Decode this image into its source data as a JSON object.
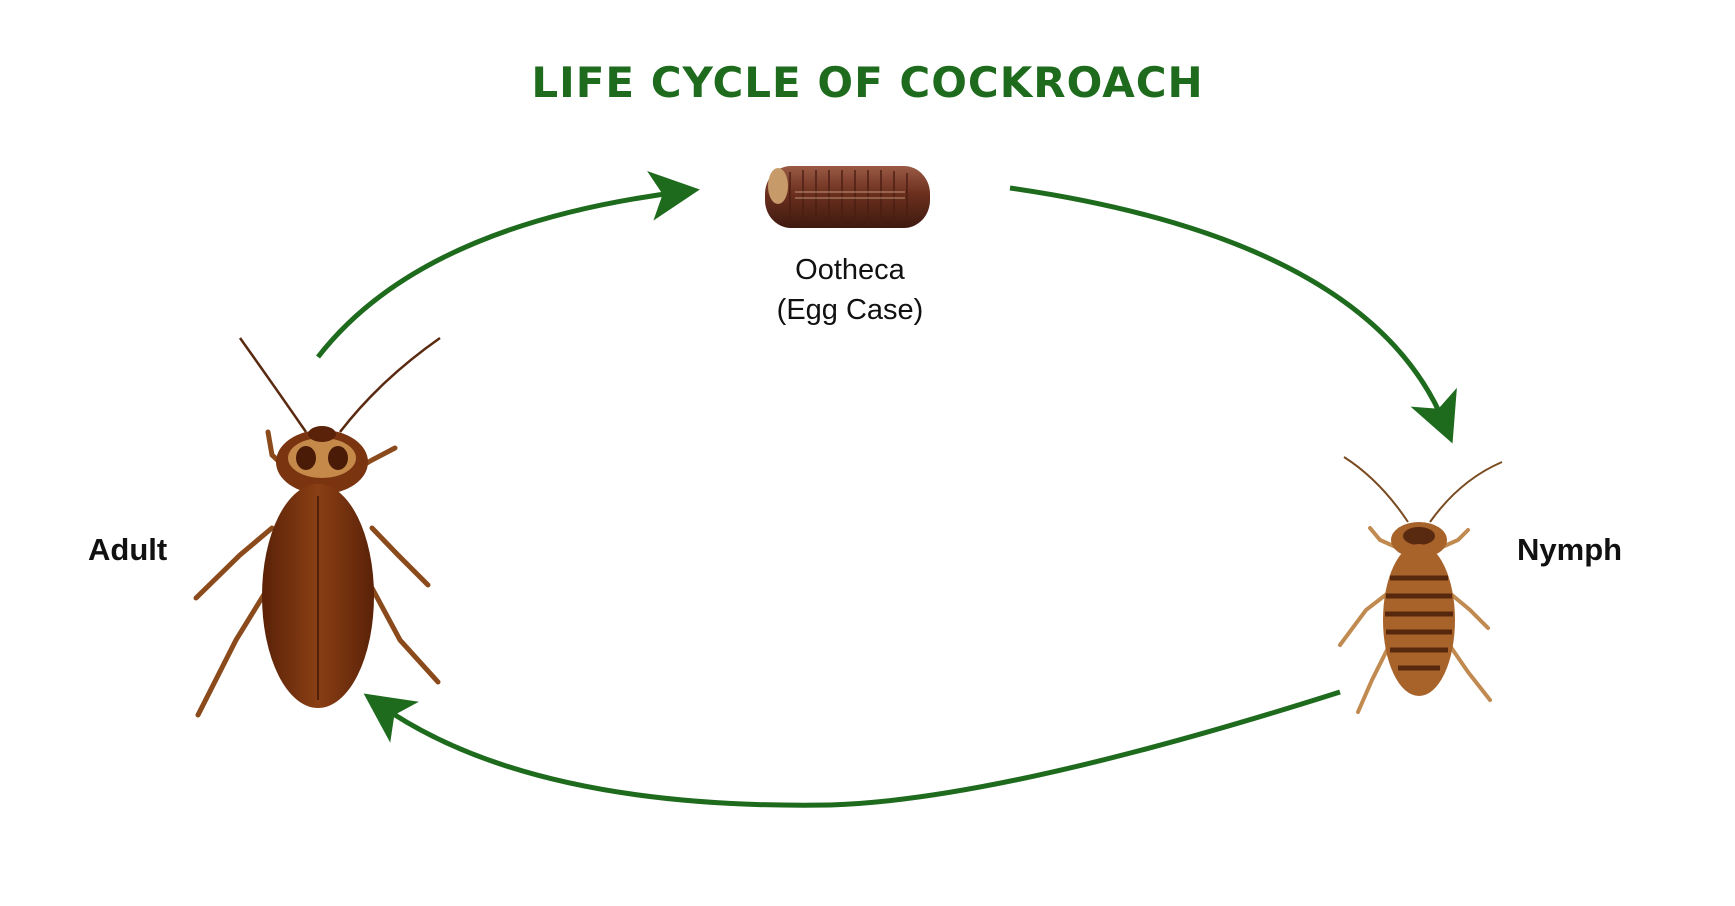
{
  "title": "LIFE CYCLE OF COCKROACH",
  "colors": {
    "title": "#1e6b1e",
    "arrow": "#1e6b1e",
    "background": "#ffffff",
    "adult_body": "#7a3410",
    "nymph_body": "#a8632a",
    "ootheca": "#6b2f1e"
  },
  "stages": {
    "ootheca": {
      "line1": "Ootheca",
      "line2": "(Egg Case)",
      "icon": "ootheca-egg-case-icon"
    },
    "nymph": {
      "label": "Nymph",
      "icon": "nymph-cockroach-icon"
    },
    "adult": {
      "label": "Adult",
      "icon": "adult-cockroach-icon"
    }
  },
  "cycle_order": [
    "Adult",
    "Ootheca",
    "Nymph"
  ]
}
